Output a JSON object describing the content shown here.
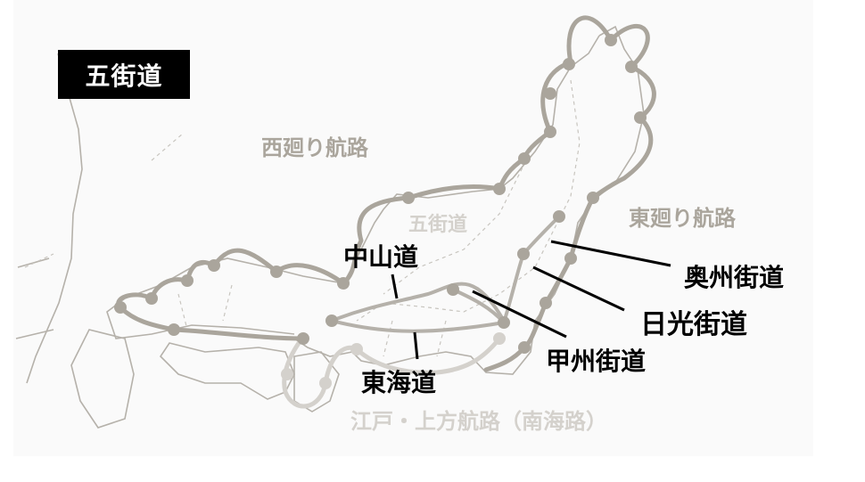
{
  "title": "五街道",
  "sea_routes": {
    "west": "西廻り航路",
    "east": "東廻り航路",
    "south": "江戸・上方航路（南海路）"
  },
  "center_label": "五街道",
  "roads": {
    "nakasendo": "中山道",
    "tokaido": "東海道",
    "koshu": "甲州街道",
    "nikko": "日光街道",
    "oshu": "奥州街道"
  },
  "colors": {
    "route": "#aaa59c",
    "route_light": "#d4d1cc",
    "coast": "#b5b1aa",
    "label": "#000000"
  }
}
